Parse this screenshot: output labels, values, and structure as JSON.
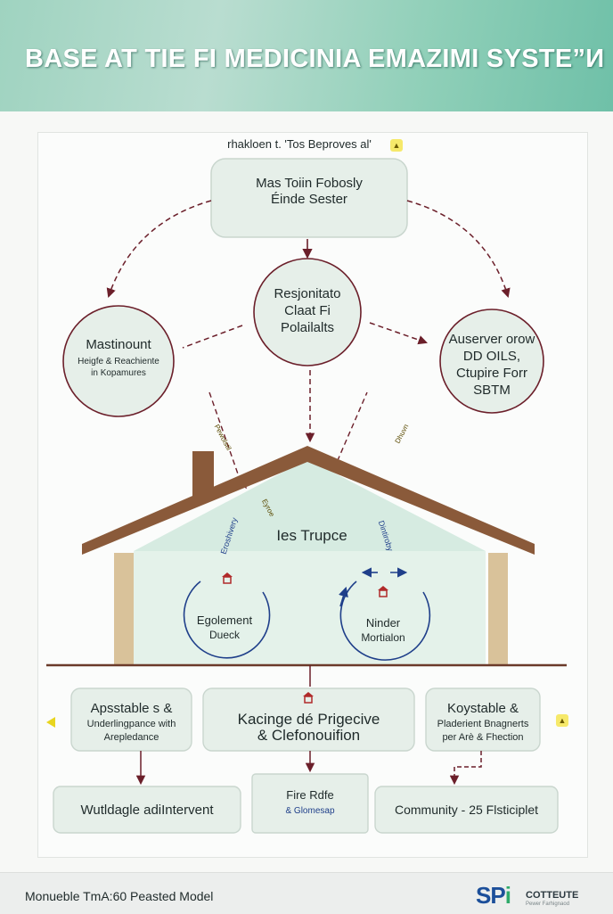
{
  "header": {
    "title": "BASE AT TIE FI MEDICINIA EMAZIMI SYSTE”И"
  },
  "top_caption": "rhakloen t. 'Tos Beproves al'",
  "nodes": {
    "top": [
      "Mas Toiin Fobosly",
      "Éinde Sester"
    ],
    "center": [
      "Resjonitato",
      "Claat Fi",
      "Polailalts"
    ],
    "left": [
      "Mastinount",
      "Heigfe & Reachiente",
      "in Kopamures"
    ],
    "right": [
      "Auserver orow",
      "DD OILS,",
      "Ctupire Forr",
      "SBTM"
    ],
    "house_title": "Ies Trupce",
    "house_left_cycle": [
      "Egolement",
      "Dueck"
    ],
    "house_right_cycle": [
      "Ninder",
      "Mortialon"
    ],
    "roof_left_slant": "Eroshivery",
    "roof_right_slant": "Dintiroby",
    "tag_left": "Pewolstil",
    "tag_right": "Dhuvn",
    "tag_mid": "Eyroe",
    "box_left": [
      "Apsstable s &",
      "Underlingpance with",
      "Arepledance"
    ],
    "box_center": [
      "Kacinge dé Prigecive",
      "& Clefonouifion"
    ],
    "box_right": [
      "Koystable &",
      "Pladerient Bnagnerts",
      "per Arè & Fhection"
    ],
    "bottom_left": "Wutldagle adiIntervent",
    "bottom_center": [
      "Fire Rdfe",
      "& Glomesap"
    ],
    "bottom_right": "Community - 25 Flsticiplet"
  },
  "footer": {
    "text": "Monueble TmA:60 Peasted Model",
    "logo_main": "SP",
    "logo_i": "i",
    "logo_word": "COTTEUTE",
    "logo_sub": "Pewer Farhignaod"
  },
  "colors": {
    "accent_teal": "#8fcfb8",
    "node_fill": "#e6efe9",
    "arrow_dark": "#6b1f2a",
    "roof_brown": "#8a5a3a",
    "cycle_blue": "#1f3f8a",
    "tag_yellow": "#f6e96a"
  }
}
